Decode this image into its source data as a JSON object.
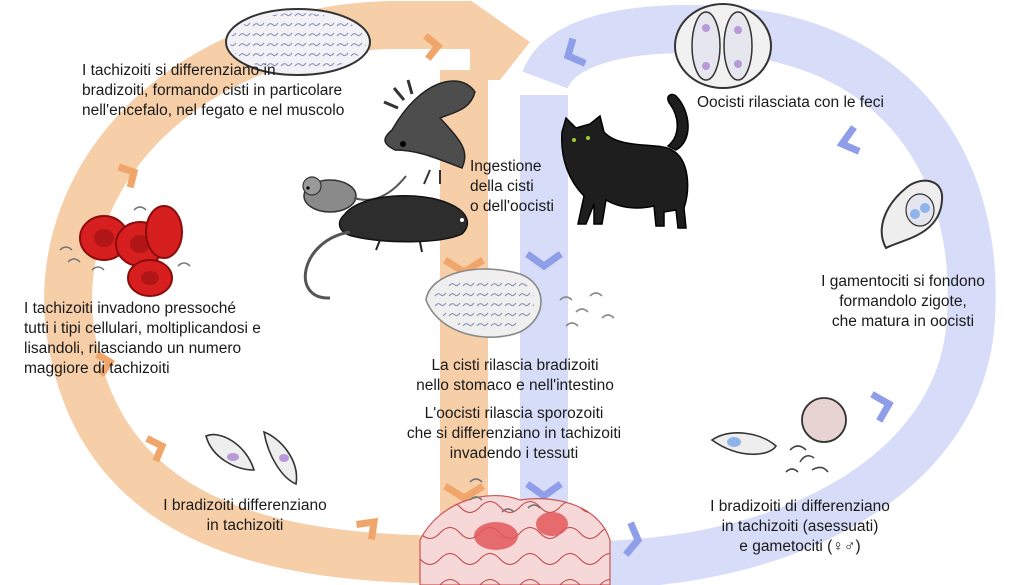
{
  "colors": {
    "orange_loop": "#f6cfa8",
    "orange_chevron": "#f0a56a",
    "blue_loop": "#d7dcf8",
    "blue_chevron": "#8f9ee8",
    "blood_red": "#d81f1f",
    "tissue_red": "#e3585a"
  },
  "labels": {
    "top_left": "I tachizoiti si differenziano in\nbradizoiti, formando cisti in particolare\nnell'encefalo, nel fegato e nel muscolo",
    "left_middle": "I tachizoiti invadono pressoché\ntutti i tipi cellulari, moltiplicandosi e\nlisandoli, rilasciando un numero\nmaggiore di tachizoiti",
    "bottom_left": "I bradizoiti differenziano\nin tachizoiti",
    "ingestion": "Ingestione\ndella cisti\no dell'oocisti",
    "center_cyst": "La cisti rilascia bradizoiti\nnello stomaco e nell'intestino",
    "center_oocyst": "L'oocisti rilascia sporozoiti\nche si differenziano in tachizoiti\ninvadendo i tessuti",
    "top_right": "Oocisti rilasciata con le feci",
    "right_middle": "I gamentociti si fondono\nformandolo zigote,\nche matura in oocisti",
    "bottom_right": "I bradizoiti di differenziano\nin tachizoiti (asessuati)\ne gametociti (♀♂)"
  },
  "icons": [
    "tissue-cyst-icon",
    "bird-icon",
    "mouse-icon",
    "rat-icon",
    "cat-icon",
    "oocyst-icon",
    "zygote-icon",
    "red-blood-cells-icon",
    "tachyzoite-icon",
    "gametocyte-icon",
    "intestinal-tissue-icon"
  ]
}
